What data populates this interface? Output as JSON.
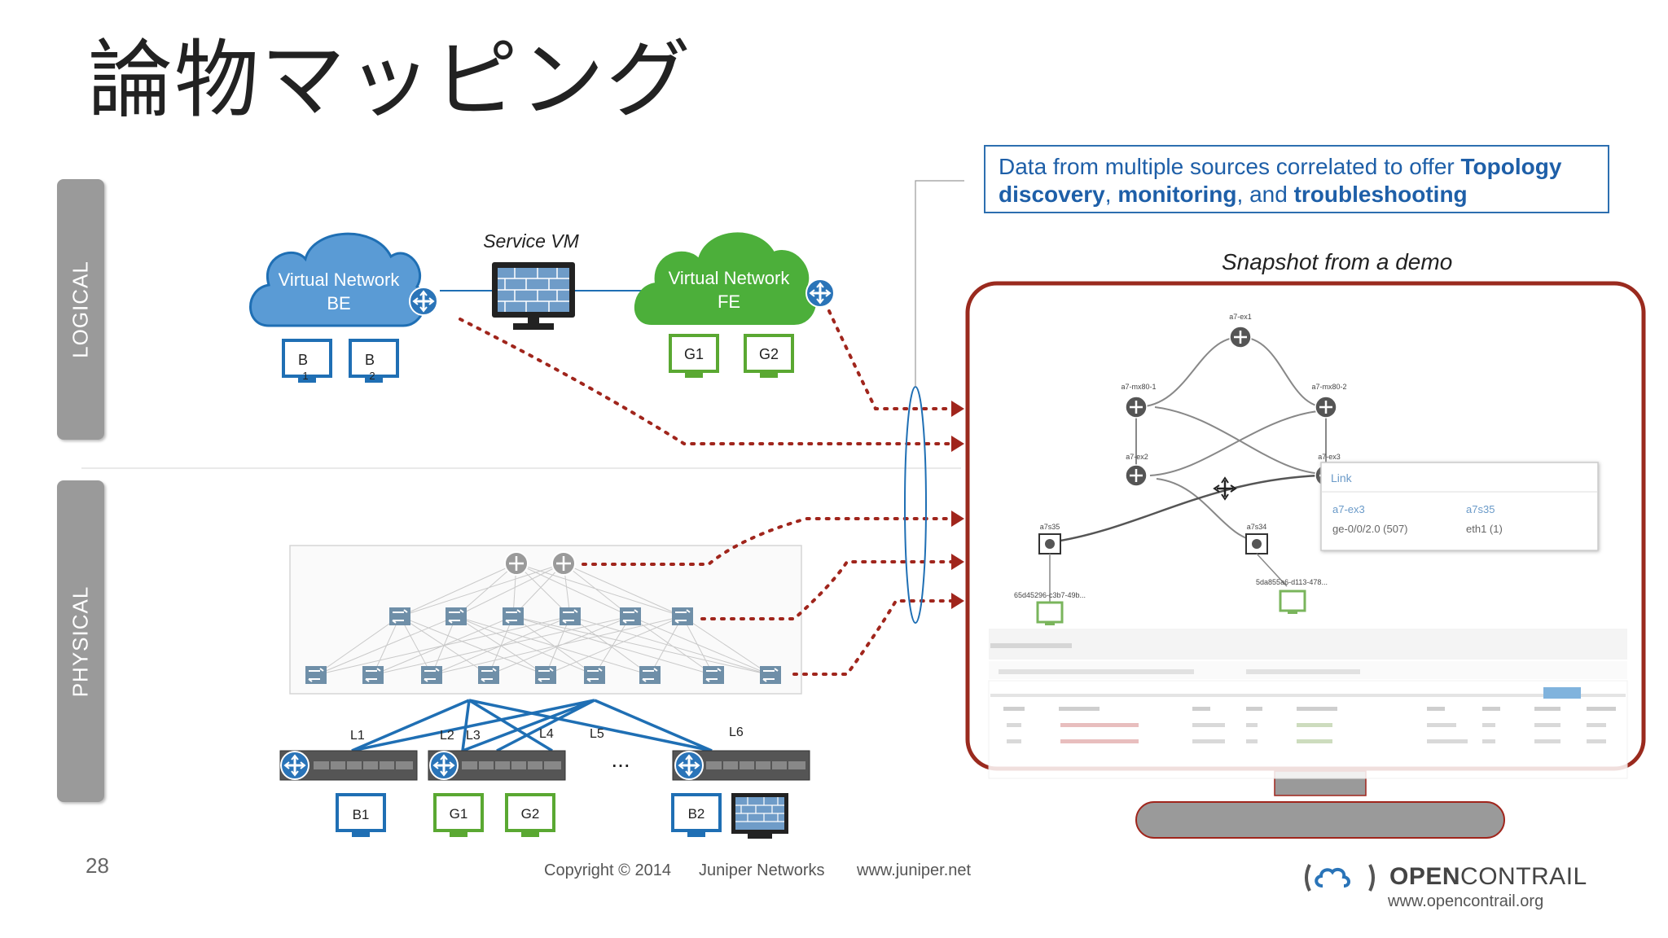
{
  "title": "論物マッピング",
  "labels": {
    "logical": "LOGICAL",
    "physical": "PHYSICAL"
  },
  "callout": {
    "part1": "Data from multiple sources correlated to offer ",
    "bold1": "Topology discovery",
    "sep1": ", ",
    "bold2": "monitoring",
    "sep2": ", and ",
    "bold3": "troubleshooting"
  },
  "snapshot_caption": "Snapshot from a demo",
  "logical": {
    "vn_be_line1": "Virtual Network",
    "vn_be_line2": "BE",
    "vn_fe_line1": "Virtual Network",
    "vn_fe_line2": "FE",
    "service_vm": "Service VM",
    "vm_b1": "B",
    "vm_b1_sub": "1",
    "vm_b2": "B",
    "vm_b2_sub": "2",
    "vm_g1": "G1",
    "vm_g2": "G2"
  },
  "physical": {
    "links": [
      "L1",
      "L2",
      "L3",
      "L4",
      "L5",
      "L6"
    ],
    "ellipsis": "...",
    "host_b1": "B1",
    "host_g1": "G1",
    "host_g2": "G2",
    "host_b2": "B2"
  },
  "demo": {
    "nodes": {
      "ex1": "a7-ex1",
      "mx1": "a7-mx80-1",
      "mx2": "a7-mx80-2",
      "ex2": "a7-ex2",
      "ex3": "a7-ex3",
      "s35": "a7s35",
      "s34": "a7s34",
      "vm1": "65d45296-c3b7-49b...",
      "vm2": "5da855a6-d113-478..."
    },
    "popup": {
      "title": "Link",
      "left_name": "a7-ex3",
      "left_port": "ge-0/0/2.0 (507)",
      "right_name": "a7s35",
      "right_port": "eth1 (1)"
    }
  },
  "page_number": "28",
  "footer": {
    "copyright": "Copyright © 2014",
    "company": "Juniper Networks",
    "url": "www.juniper.net"
  },
  "brand": {
    "name_bold": "OPEN",
    "name_thin": "CONTRAIL",
    "url": "www.opencontrail.org"
  },
  "colors": {
    "blue": "#1f6fb4",
    "green": "#5aa832",
    "dotted_red": "#a0251c",
    "monitor_frame": "#9a2a1e",
    "gray": "#9a9a9a"
  }
}
